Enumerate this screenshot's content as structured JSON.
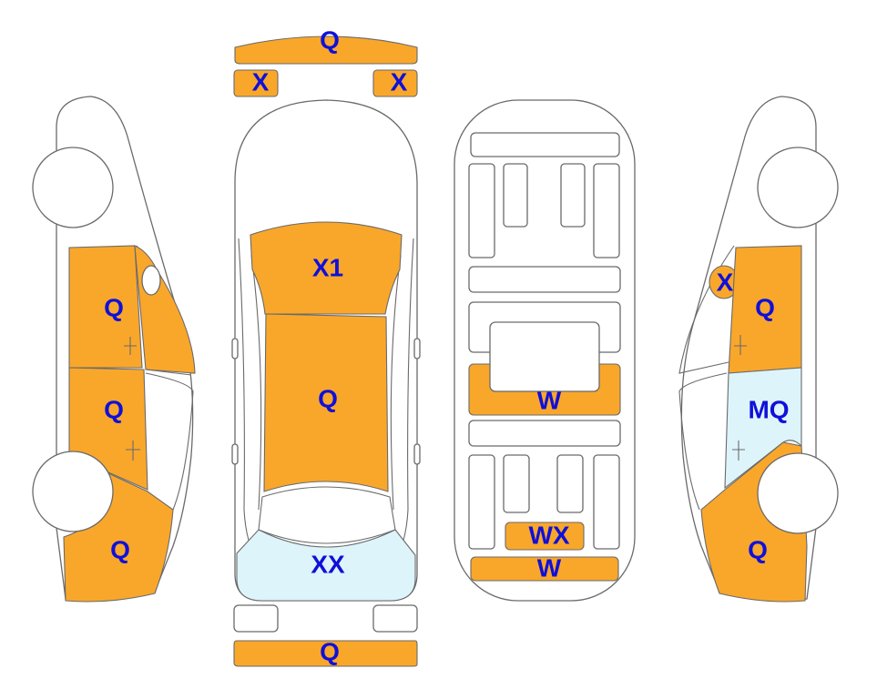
{
  "colors": {
    "damage": "#F9A72B",
    "light_blue": "#DDF4FB",
    "label": "#1010D8",
    "outline": "#6A6A6A",
    "background": "#FFFFFF"
  },
  "labels": {
    "front_bumper": "Q",
    "left_headlight": "X",
    "right_headlight": "X",
    "hood": "X1",
    "roof": "Q",
    "rear_window": "XX",
    "rear_bumper": "Q",
    "underbody_middle": "W",
    "underbody_rear_small": "WX",
    "underbody_rear": "W",
    "left_front_door": "Q",
    "left_rear_door": "Q",
    "left_rear_quarter": "Q",
    "right_mirror": "X",
    "right_front_door": "Q",
    "right_rear_door": "MQ",
    "right_rear_quarter": "Q"
  }
}
